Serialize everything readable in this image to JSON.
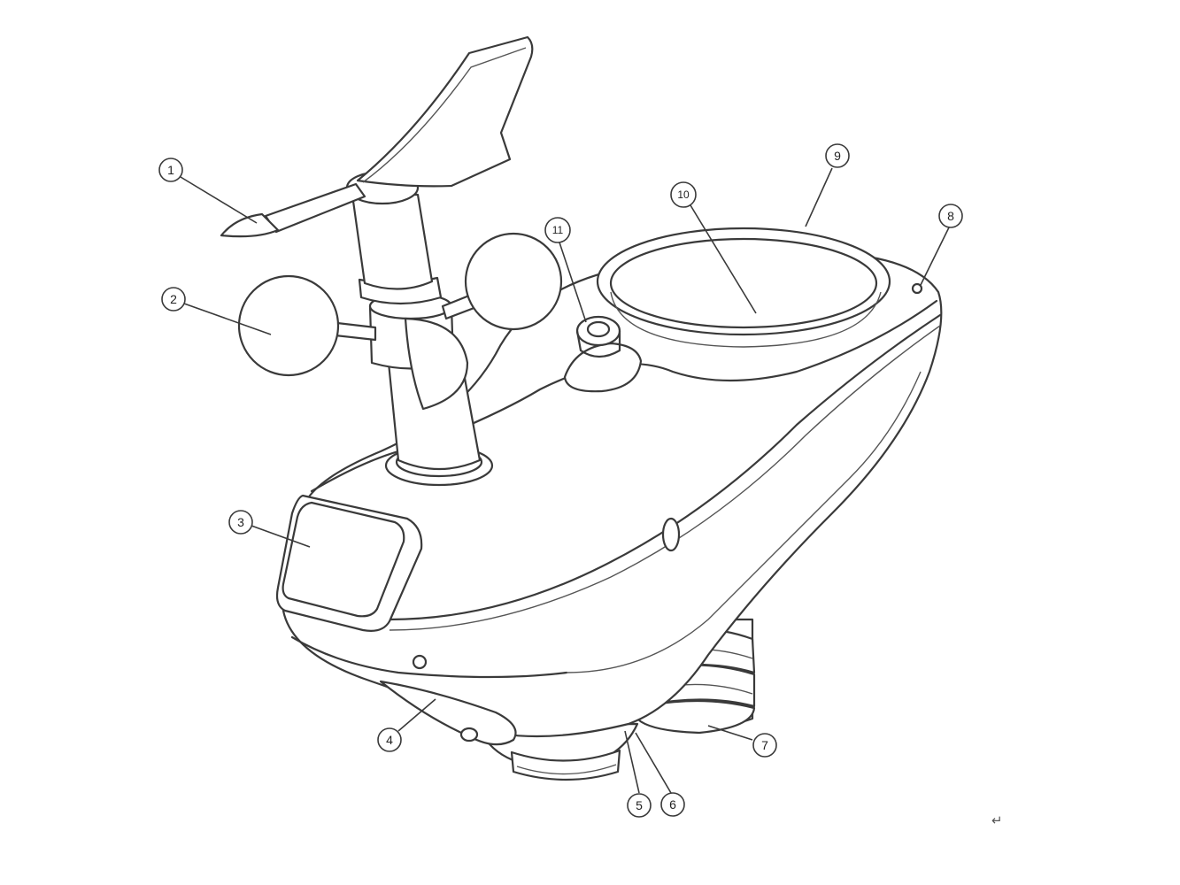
{
  "diagram": {
    "callouts": [
      {
        "id": "1",
        "label": "1"
      },
      {
        "id": "2",
        "label": "2"
      },
      {
        "id": "3",
        "label": "3"
      },
      {
        "id": "4",
        "label": "4"
      },
      {
        "id": "5",
        "label": "5"
      },
      {
        "id": "6",
        "label": "6"
      },
      {
        "id": "7",
        "label": "7"
      },
      {
        "id": "8",
        "label": "8"
      },
      {
        "id": "9",
        "label": "9"
      },
      {
        "id": "10",
        "label": "10"
      },
      {
        "id": "11",
        "label": "11"
      }
    ],
    "return_mark": "↵"
  }
}
